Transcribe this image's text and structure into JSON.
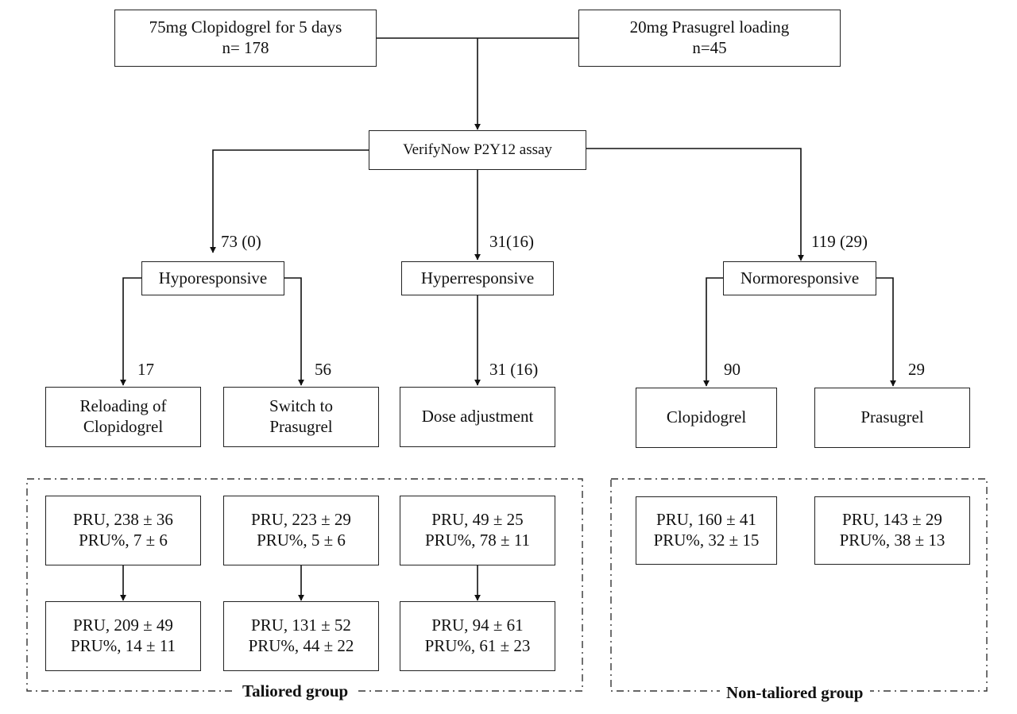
{
  "sources": {
    "clopidogrel": {
      "line1": "75mg Clopidogrel for 5 days",
      "line2": "n= 178"
    },
    "prasugrel": {
      "line1": "20mg Prasugrel loading",
      "line2": "n=45"
    }
  },
  "assay": {
    "label": "VerifyNow P2Y12 assay"
  },
  "branch_counts": {
    "hypo": "73 (0)",
    "hyper": "31(16)",
    "normo": "119 (29)"
  },
  "responses": {
    "hypo": "Hyporesponsive",
    "hyper": "Hyperresponsive",
    "normo": "Normoresponsive"
  },
  "leaf_counts": {
    "reload": "17",
    "switch": "56",
    "dose": "31 (16)",
    "clop": "90",
    "pras": "29"
  },
  "treatments": {
    "reload": {
      "line1": "Reloading of",
      "line2": "Clopidogrel"
    },
    "switch": {
      "line1": "Switch to",
      "line2": "Prasugrel"
    },
    "dose": {
      "line1": "Dose adjustment"
    },
    "clop": {
      "line1": "Clopidogrel"
    },
    "pras": {
      "line1": "Prasugrel"
    }
  },
  "results": {
    "reload_before": {
      "pru": "PRU, 238 ± 36",
      "pct": "PRU%, 7 ± 6"
    },
    "switch_before": {
      "pru": "PRU, 223 ± 29",
      "pct": "PRU%, 5 ± 6"
    },
    "dose_before": {
      "pru": "PRU, 49 ± 25",
      "pct": "PRU%, 78 ± 11"
    },
    "reload_after": {
      "pru": "PRU, 209 ± 49",
      "pct": "PRU%, 14 ± 11"
    },
    "switch_after": {
      "pru": "PRU, 131 ± 52",
      "pct": "PRU%, 44 ± 22"
    },
    "dose_after": {
      "pru": "PRU, 94 ± 61",
      "pct": "PRU%, 61 ± 23"
    },
    "clop": {
      "pru": "PRU, 160 ± 41",
      "pct": "PRU%, 32 ± 15"
    },
    "pras": {
      "pru": "PRU, 143 ± 29",
      "pct": "PRU%, 38 ± 13"
    }
  },
  "groups": {
    "tailored": "Taliored group",
    "non_tailored": "Non-taliored group"
  }
}
